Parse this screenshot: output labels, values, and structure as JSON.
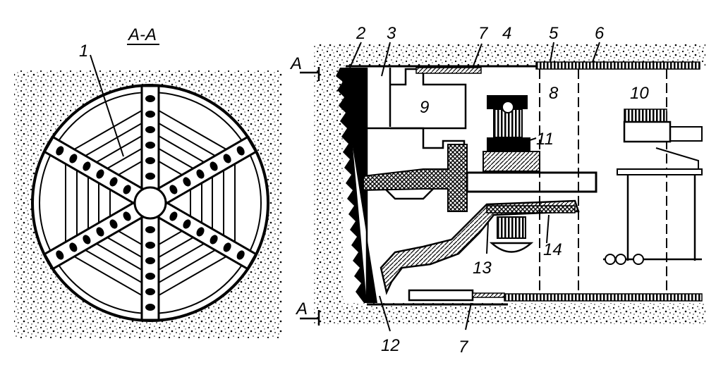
{
  "section_view": {
    "title": "A-A",
    "labels": {
      "cutter_disc": "1"
    }
  },
  "side_view": {
    "section_marks": {
      "top": "A",
      "bottom": "A"
    },
    "labels": {
      "n2": "2",
      "n3": "3",
      "n4": "4",
      "n5": "5",
      "n6": "6",
      "n7_top": "7",
      "n7_bottom": "7",
      "n8": "8",
      "n9": "9",
      "n10": "10",
      "n11": "11",
      "n12": "12",
      "n13": "13",
      "n14": "14"
    }
  },
  "colors": {
    "ink": "#000000",
    "paper": "#ffffff",
    "hatch": "#1a1a1a"
  }
}
